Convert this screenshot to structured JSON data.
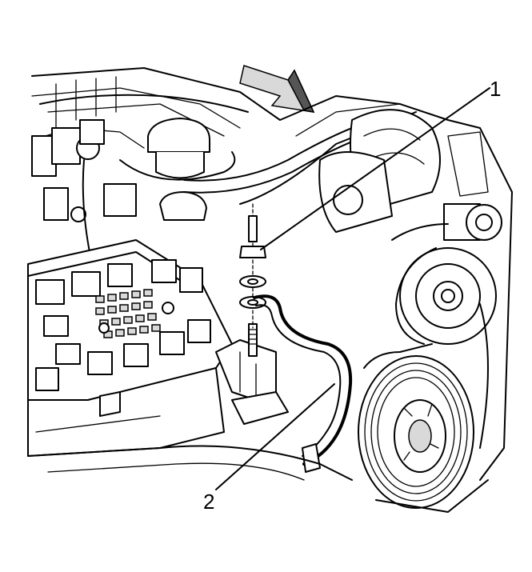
{
  "diagram": {
    "callouts": [
      {
        "id": "1",
        "label": "1"
      },
      {
        "id": "2",
        "label": "2"
      }
    ],
    "colors": {
      "line": "#000000",
      "background": "#ffffff",
      "shade": "#d9d9d9"
    },
    "icons": [
      "direction-arrow-icon"
    ]
  }
}
